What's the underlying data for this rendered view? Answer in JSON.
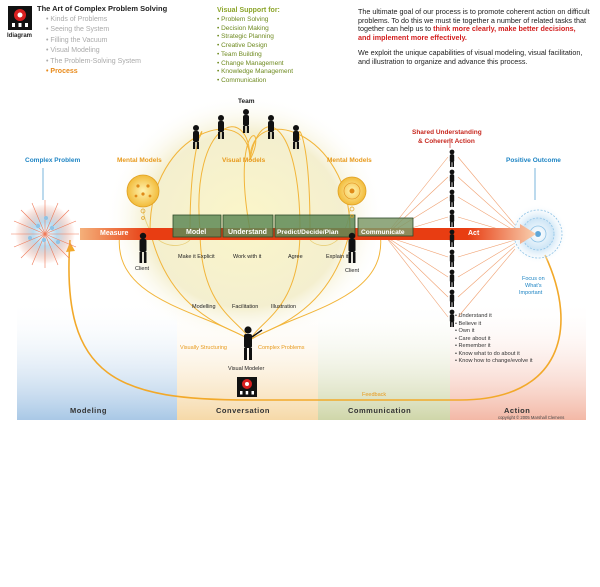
{
  "logo": {
    "label": "Idiagram"
  },
  "header": {
    "title": "The Art of Complex Problem Solving"
  },
  "nav": {
    "items": [
      {
        "label": "Kinds of Problems",
        "active": false
      },
      {
        "label": "Seeing the System",
        "active": false
      },
      {
        "label": "Filling the Vacuum",
        "active": false
      },
      {
        "label": "Visual Modeling",
        "active": false
      },
      {
        "label": "The Problem-Solving System",
        "active": false
      },
      {
        "label": "Process",
        "active": true
      }
    ]
  },
  "visual_support": {
    "title": "Visual Support for:",
    "items": [
      "Problem Solving",
      "Decision Making",
      "Strategic Planning",
      "Creative Design",
      "Team Building",
      "Change Management",
      "Knowledge Management",
      "Communication"
    ]
  },
  "intro": {
    "p1_a": "The ultimate goal of our process is to promote coherent action on difficult problems.  To do this we must tie together a number of related tasks that together can help us to ",
    "p1_em": "think more clearly, make better decisions, and implement more effectively.",
    "p2": "We exploit the unique capabilities of visual modeling, visual facilitation, and illustration to organize and advance this process."
  },
  "diagram": {
    "team": "Team",
    "visual_models": "Visual Models",
    "mental_models_left": "Mental Models",
    "mental_models_right": "Mental Models",
    "complex_problem": "Complex Problem",
    "positive_outcome": "Positive Outcome",
    "shared_understanding": "Shared Understanding",
    "coherent_action": "& Coherent Action",
    "arrow_measure": "Measure",
    "arrow_act": "Act",
    "box_model": "Model",
    "box_understand": "Understand",
    "box_predict": "Predict/Decide/Plan",
    "box_communicate": "Communicate",
    "make_explicit": "Make it Explicit",
    "work_with": "Work with it",
    "agree": "Agree",
    "explain": "Explain it",
    "client_left": "Client",
    "client_right": "Client",
    "modelling": "Modelling",
    "facilitation": "Facilitation",
    "illustration": "Illustration",
    "visually_structuring": "Visually Structuring",
    "complex_problems": "Complex Problems",
    "visual_modeler": "Visual Modeler",
    "feedback": "Feedback",
    "focus_1": "Focus on",
    "focus_2": "What's",
    "focus_3": "Important",
    "understand_items": [
      "Understand it",
      "Believe it",
      "Own it",
      "Care about it",
      "Remember it",
      "Know what to do about it",
      "Know how to change/evolve it"
    ]
  },
  "zones": {
    "modeling": "Modeling",
    "conversation": "Conversation",
    "communication": "Communication",
    "action": "Action"
  },
  "copyright": "copyright © 2005 Marshall Clemens",
  "colors": {
    "modeling_zone": "#a9c8e6",
    "conversation_zone": "#f6d9a8",
    "communication_zone": "#cfd6a9",
    "action_zone": "#f3b8a6",
    "arrow": "#e03a17",
    "orange_line": "#f2a92a",
    "green_box": "#5f8a57"
  }
}
